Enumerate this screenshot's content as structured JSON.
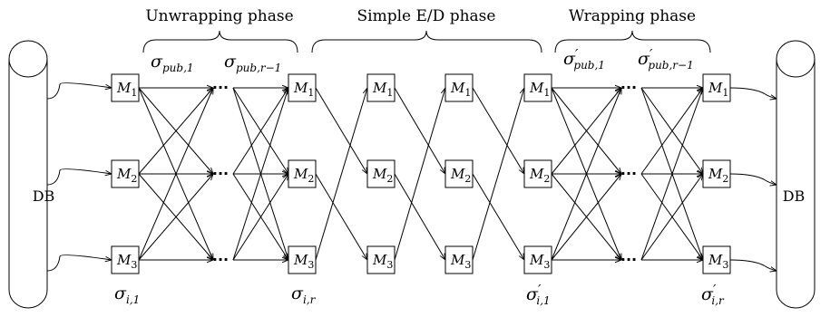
{
  "phases": {
    "unwrapping": "Unwrapping phase",
    "simple": "Simple E/D phase",
    "wrapping": "Wrapping phase"
  },
  "db": {
    "left": "DB",
    "right": "DB"
  },
  "mix": {
    "prefix": "M",
    "subs": [
      "1",
      "2",
      "3"
    ]
  },
  "dots": "···",
  "sigma": {
    "symbol": "σ",
    "pub1": "pub,1",
    "pubr1": "pub,r−1",
    "i1": "i,1",
    "ir": "i,r",
    "prime": "′"
  }
}
